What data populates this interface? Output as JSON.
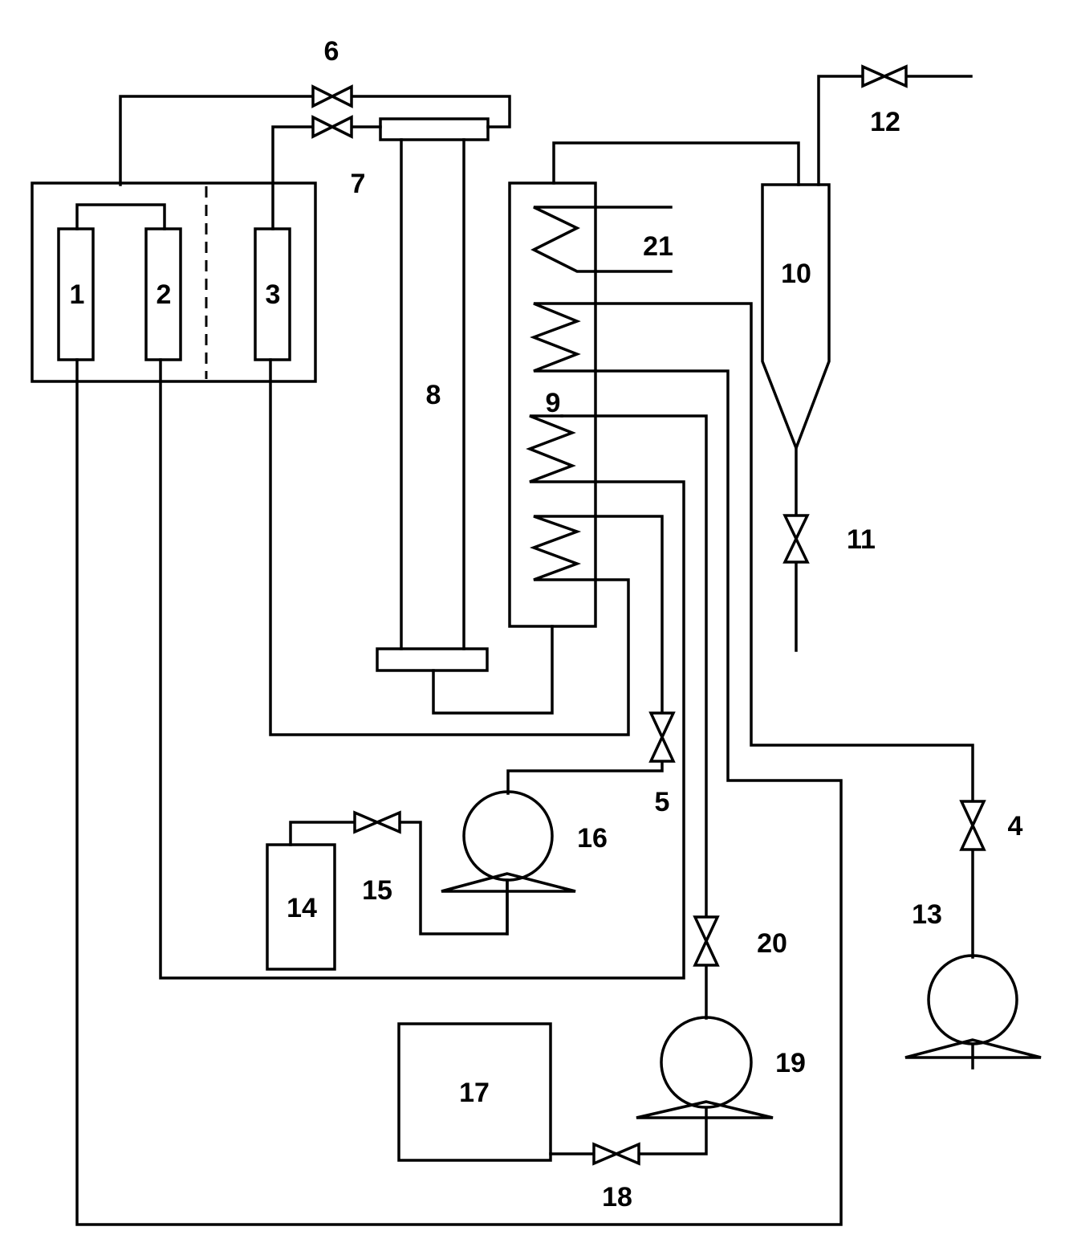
{
  "diagram": {
    "labels": {
      "n1": "1",
      "n2": "2",
      "n3": "3",
      "n4": "4",
      "n5": "5",
      "n6": "6",
      "n7": "7",
      "n8": "8",
      "n9": "9",
      "n10": "10",
      "n11": "11",
      "n12": "12",
      "n13": "13",
      "n14": "14",
      "n15": "15",
      "n16": "16",
      "n17": "17",
      "n18": "18",
      "n19": "19",
      "n20": "20",
      "n21": "21"
    }
  }
}
